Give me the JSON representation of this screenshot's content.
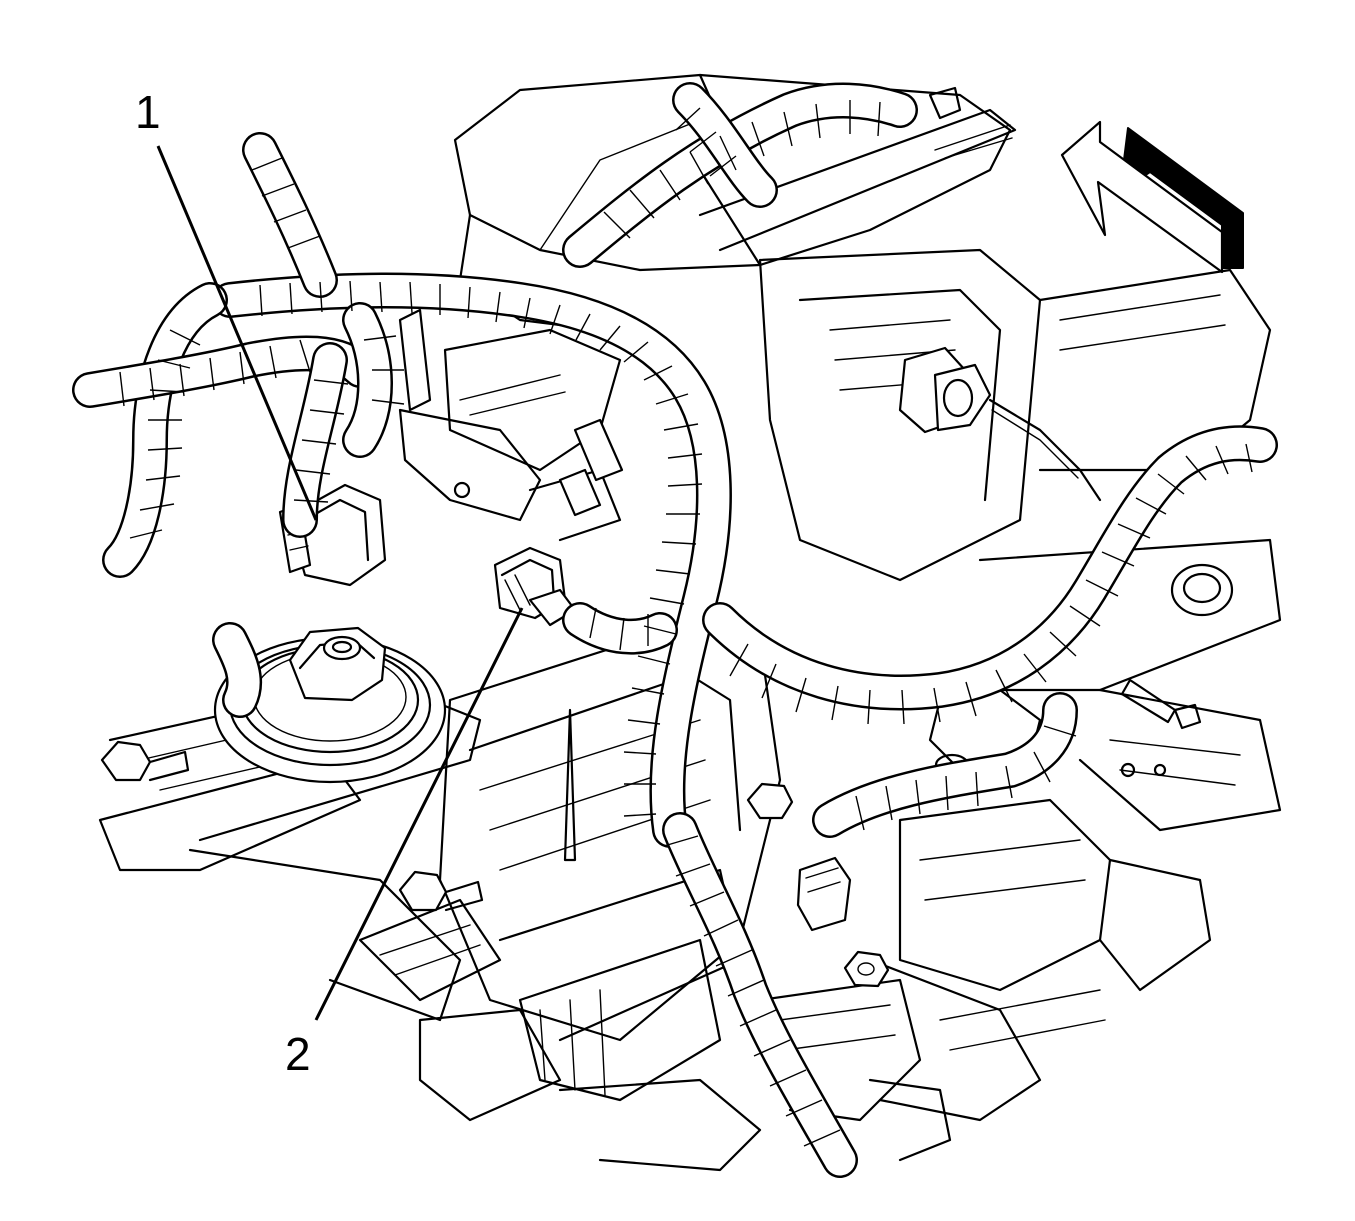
{
  "diagram": {
    "callouts": [
      {
        "id": "1",
        "label": "1"
      },
      {
        "id": "2",
        "label": "2"
      }
    ],
    "direction_arrow": "front-arrow-icon",
    "colors": {
      "line": "#000000",
      "background": "#ffffff"
    }
  }
}
